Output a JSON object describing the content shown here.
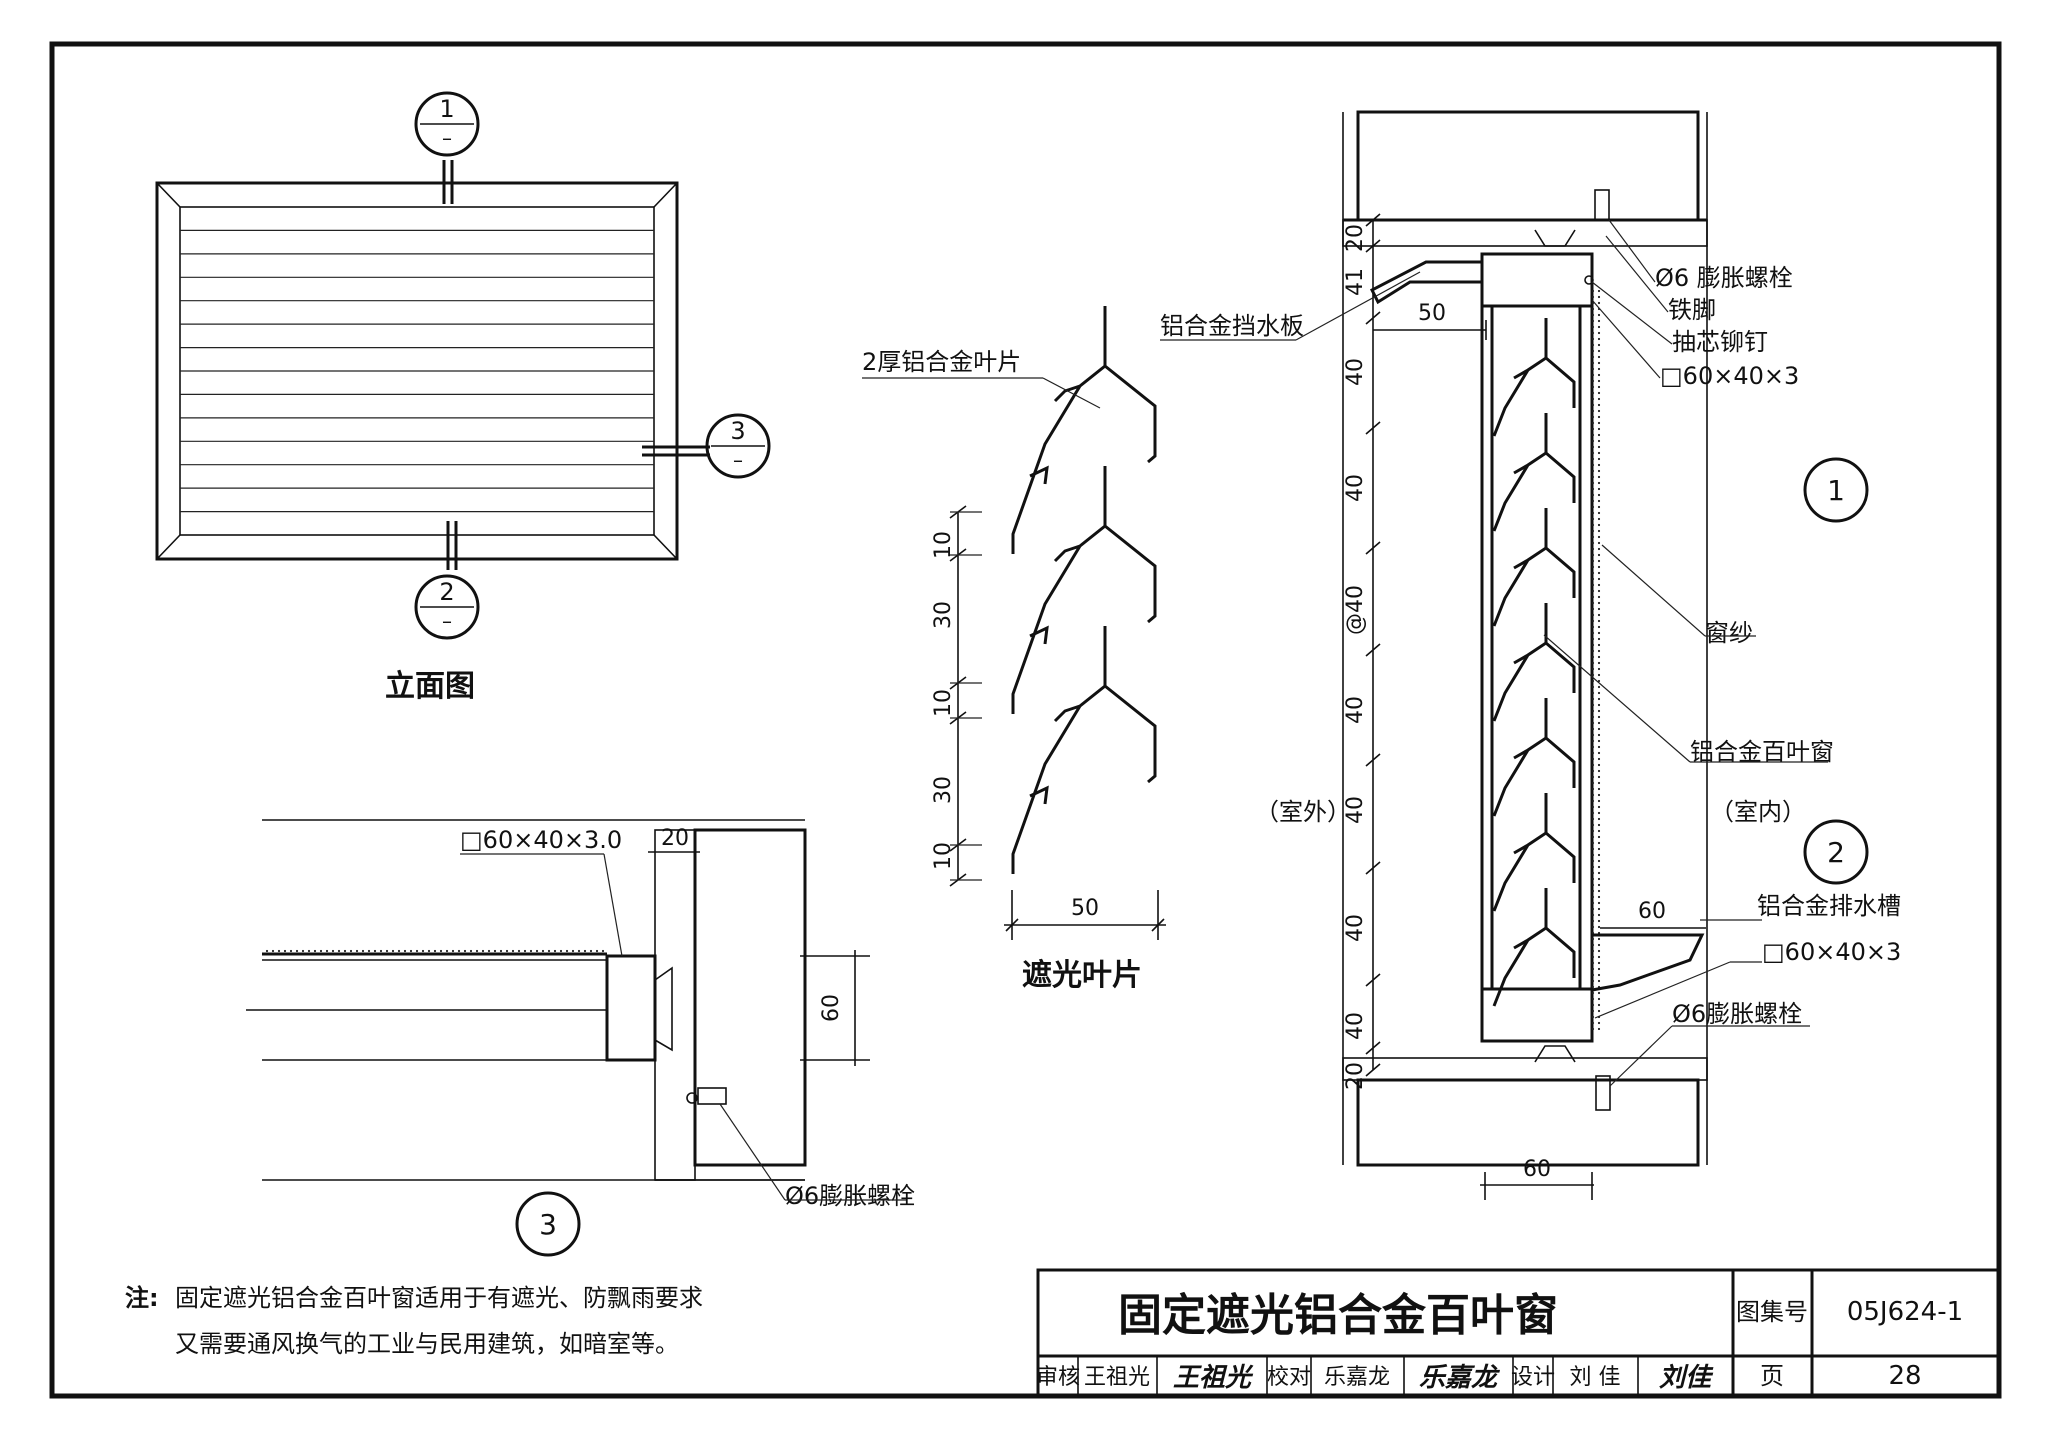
{
  "elevation": {
    "caption": "立面图",
    "marker_1": "1",
    "marker_2": "2",
    "marker_3": "3",
    "marker_sub": "–"
  },
  "blade": {
    "label_thickness": "2厚铝合金叶片",
    "dims_vertical": [
      "10",
      "30",
      "10",
      "30",
      "10"
    ],
    "dim_width": "50",
    "caption": "遮光叶片"
  },
  "section1": {
    "number": "1",
    "number_2": "2",
    "labels": {
      "bolt_top": "Ø6 膨胀螺栓",
      "iron_foot": "铁脚",
      "rivet": "抽芯铆钉",
      "tube_top": "□60×40×3",
      "water_board": "铝合金挡水板",
      "screen": "窗纱",
      "louver": "铝合金百叶窗",
      "outdoor": "（室外）",
      "indoor": "（室内）",
      "gutter": "铝合金排水槽",
      "tube_bottom": "□60×40×3",
      "bolt_bottom": "Ø6膨胀螺栓"
    },
    "dims_left": [
      "20",
      "41",
      "40",
      "40",
      "@40",
      "40",
      "40",
      "40",
      "40",
      "20"
    ],
    "dim_50": "50",
    "dim_60_top": "60",
    "dim_60_bottom": "60"
  },
  "section3": {
    "number": "3",
    "tube": "□60×40×3.0",
    "dim_20": "20",
    "dim_60": "60",
    "bolt": "Ø6膨胀螺栓"
  },
  "note": {
    "prefix": "注:",
    "line1": "固定遮光铝合金百叶窗适用于有遮光、防飘雨要求",
    "line2": "又需要通风换气的工业与民用建筑，如暗室等。"
  },
  "title_block": {
    "title": "固定遮光铝合金百叶窗",
    "atlas_label": "图集号",
    "atlas_no": "05J624-1",
    "page_label": "页",
    "page_no": "28",
    "review_label": "审核",
    "reviewer": "王祖光",
    "reviewer_sig": "王祖光",
    "check_label": "校对",
    "checker": "乐嘉龙",
    "checker_sig": "乐嘉龙",
    "design_label": "设计",
    "designer": "刘 佳",
    "designer_sig": "刘佳"
  }
}
